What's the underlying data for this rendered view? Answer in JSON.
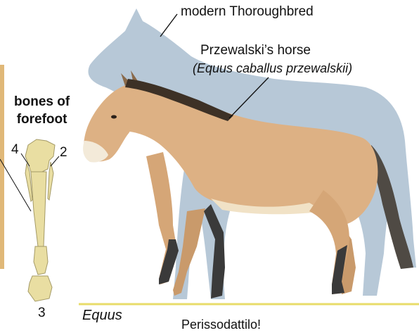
{
  "labels": {
    "modern_thoroughbred": "modern Thoroughbred",
    "przewalski_common": "Przewalski’s horse",
    "przewalski_latin": "(Equus caballus przewalskii)",
    "bones_line1": "bones of",
    "bones_line2": "forefoot",
    "digit_4": "4",
    "digit_2": "2",
    "digit_3": "3",
    "genus": "Equus",
    "caption": "Perissodattilo!"
  },
  "colors": {
    "silhouette": "#b7c8d7",
    "horse_coat": "#ddb184",
    "horse_belly": "#f1e2c6",
    "mane": "#3d3126",
    "legs_dark": "#3a3a3a",
    "bone": "#e9dea2",
    "ground_line": "#e8dc6a",
    "left_edge_strip": "#e0b878"
  }
}
